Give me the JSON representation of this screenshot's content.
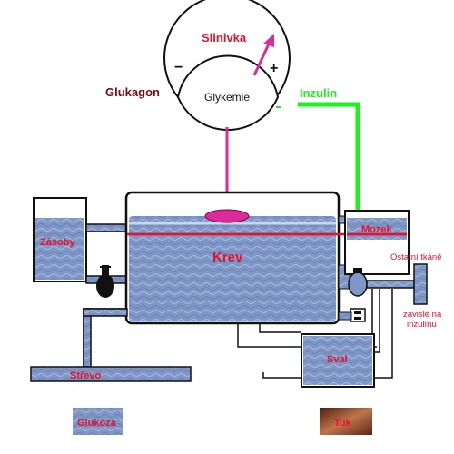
{
  "colors": {
    "red_label": "#e8102a",
    "dark_red_label": "#7a0a14",
    "insulin_green": "#22ee22",
    "glucagon_pink": "#dd2a9a",
    "water_blue": "#7f96c6",
    "water_light": "#a9bde0",
    "blood_line": "#e8102a",
    "outline": "#111111"
  },
  "labels": {
    "pancreas": "Slinivka",
    "glucagon": "Glukagon",
    "insulin": "Inzulin",
    "glycemia": "Glykemie",
    "minus": "−",
    "plus": "+",
    "blood": "Krev",
    "stores": "Zásoby",
    "brain": "Mozek",
    "other_tissues": "Ostatní tkáně",
    "insulin_dependent_1": "závislé na",
    "insulin_dependent_2": "inzulínu",
    "intestine": "Střevo",
    "muscle": "Sval",
    "glucose": "Glukóza",
    "fat": "Tuk"
  }
}
